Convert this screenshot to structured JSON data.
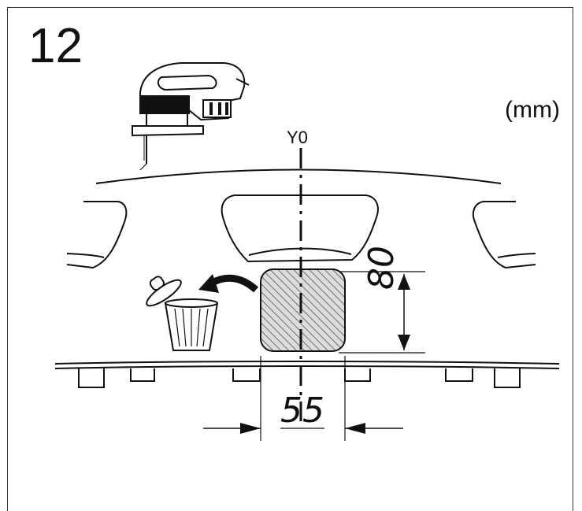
{
  "step": {
    "number": "12"
  },
  "units": {
    "label": "(mm)"
  },
  "axis": {
    "label": "Y0"
  },
  "cutout": {
    "width_label": "55",
    "height_label": "80"
  },
  "icons": {
    "tool": "jigsaw-icon",
    "discard": "trash-can-icon",
    "arrow": "curved-arrow-icon"
  },
  "colors": {
    "line": "#111111",
    "hatch": "#555555",
    "fill": "#d9d9d9"
  }
}
